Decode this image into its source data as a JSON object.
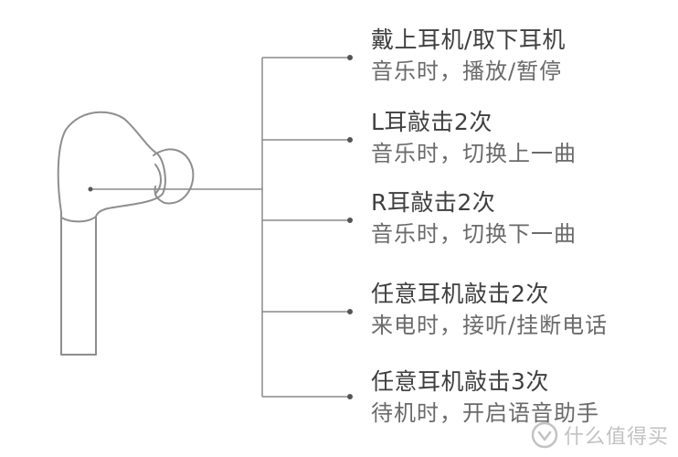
{
  "gestures": [
    {
      "action": "戴上耳机/取下耳机",
      "result": "音乐时，播放/暂停"
    },
    {
      "action": "L耳敲击2次",
      "result": "音乐时，切换上一曲"
    },
    {
      "action": "R耳敲击2次",
      "result": "音乐时，切换下一曲"
    },
    {
      "action": "任意耳机敲击2次",
      "result": "来电时，接听/挂断电话"
    },
    {
      "action": "任意耳机敲击3次",
      "result": "待机时，开启语音助手"
    }
  ],
  "watermark": {
    "text": "什么值得买",
    "icon": "smzdm-logo-icon"
  },
  "colors": {
    "line": "#8a8a8a",
    "earbud_outline": "#8e8e8e",
    "title_text": "#3f3f3f",
    "desc_text": "#6a6a6a",
    "watermark": "#c2c2c2"
  }
}
